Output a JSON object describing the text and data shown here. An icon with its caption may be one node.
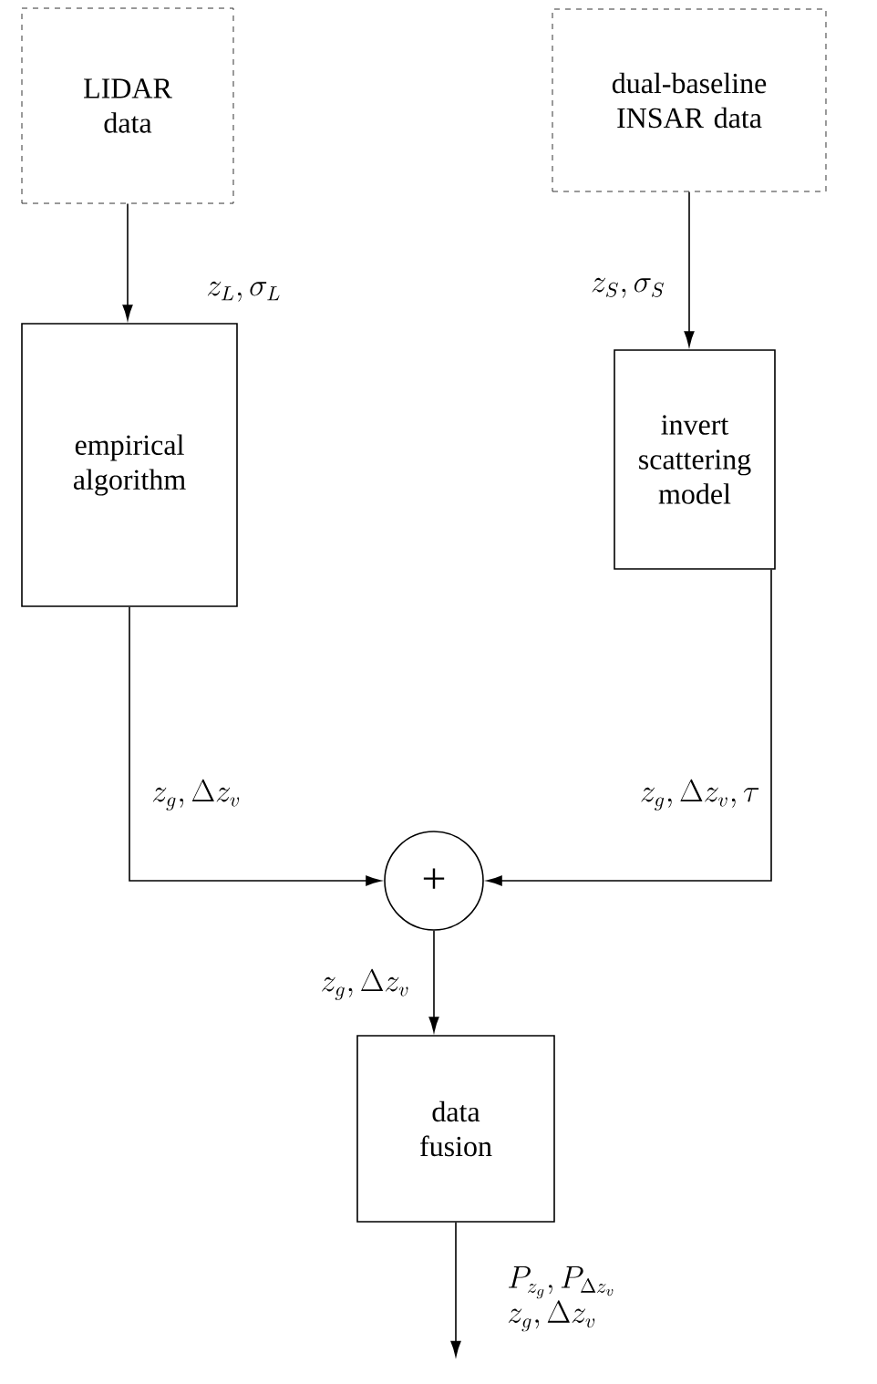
{
  "diagram": {
    "nodes": [
      {
        "text": [
          "LIDAR data"
        ]
      },
      {
        "text": [
          "dual-baseline INSAR data"
        ]
      },
      {
        "text": [
          "empirical algorithm"
        ]
      },
      {
        "text": [
          "invert scattering model"
        ]
      },
      {
        "text": [
          "+"
        ]
      },
      {
        "text": [
          "data fusion"
        ]
      }
    ],
    "edges": [
      {
        "from": 0,
        "to": 2,
        "arrow": "to",
        "label": "z_L,\\sigma_L"
      },
      {
        "from": 1,
        "to": 3,
        "arrow": "to",
        "label": "z_S,\\sigma_S"
      },
      {
        "from": 2,
        "to": 4,
        "arrow": "to",
        "label": "z_g,\\Delta z_v"
      },
      {
        "from": 3,
        "to": 4,
        "arrow": "to",
        "label": "z_g,\\Delta z_v,\\tau"
      },
      {
        "from": 4,
        "to": 5,
        "arrow": "to",
        "label": "z_g,\\Delta z_v"
      },
      {
        "from": 5,
        "to": null,
        "arrow": "to",
        "label": "\\begin{array}{l}P_{z_g},P_{\\Delta z_v}\\\\ z_g,\\Delta z_v\\end{array}"
      }
    ]
  }
}
